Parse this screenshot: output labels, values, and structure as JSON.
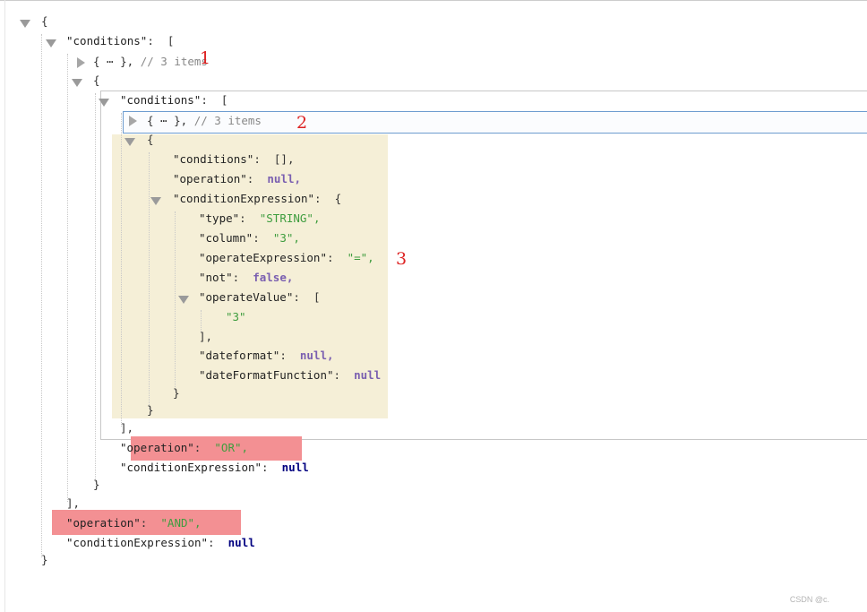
{
  "window": {
    "title": "JSON viewer"
  },
  "tree": {
    "open_brace": "{",
    "close_brace": "}",
    "conditions_key": "\"conditions\"",
    "colon": ":",
    "open_bracket": "[",
    "close_bracket_comma": "],",
    "close_bracket": "]",
    "collapsed_item": "{ ⋯ },",
    "collapsed_comment": "// 3 items",
    "operation_key": "\"operation\"",
    "conditionExpression_key": "\"conditionExpression\"",
    "null_comma": "null,",
    "null": "null",
    "outer": {
      "operation_value": "\"AND\",",
      "conditionExpression_value": "null"
    },
    "level1": {
      "operation_value": "\"OR\",",
      "conditionExpression_value": "null"
    },
    "level2": {
      "conditions_value": "[],",
      "operation_value": "null,",
      "condition_expression": {
        "type_key": "\"type\"",
        "type_value": "\"STRING\",",
        "column_key": "\"column\"",
        "column_value": "\"3\",",
        "operateExpression_key": "\"operateExpression\"",
        "operateExpression_value": "\"=\",",
        "not_key": "\"not\"",
        "not_value": "false,",
        "operateValue_key": "\"operateValue\"",
        "operateValue_item": "\"3\"",
        "dateformat_key": "\"dateformat\"",
        "dateformat_value": "null,",
        "dateFormatFunction_key": "\"dateFormatFunction\"",
        "dateFormatFunction_value": "null"
      }
    }
  },
  "annotations": {
    "one": "1",
    "two": "2",
    "three": "3"
  },
  "watermark": "CSDN @c.",
  "colors": {
    "highlight_region": "#f5efd7",
    "red_highlight": "#f39093",
    "string": "#3f9d3f",
    "keyword": "#000080",
    "keyword_in_highlight": "#7a5fb0",
    "annotation": "#dd2222"
  }
}
